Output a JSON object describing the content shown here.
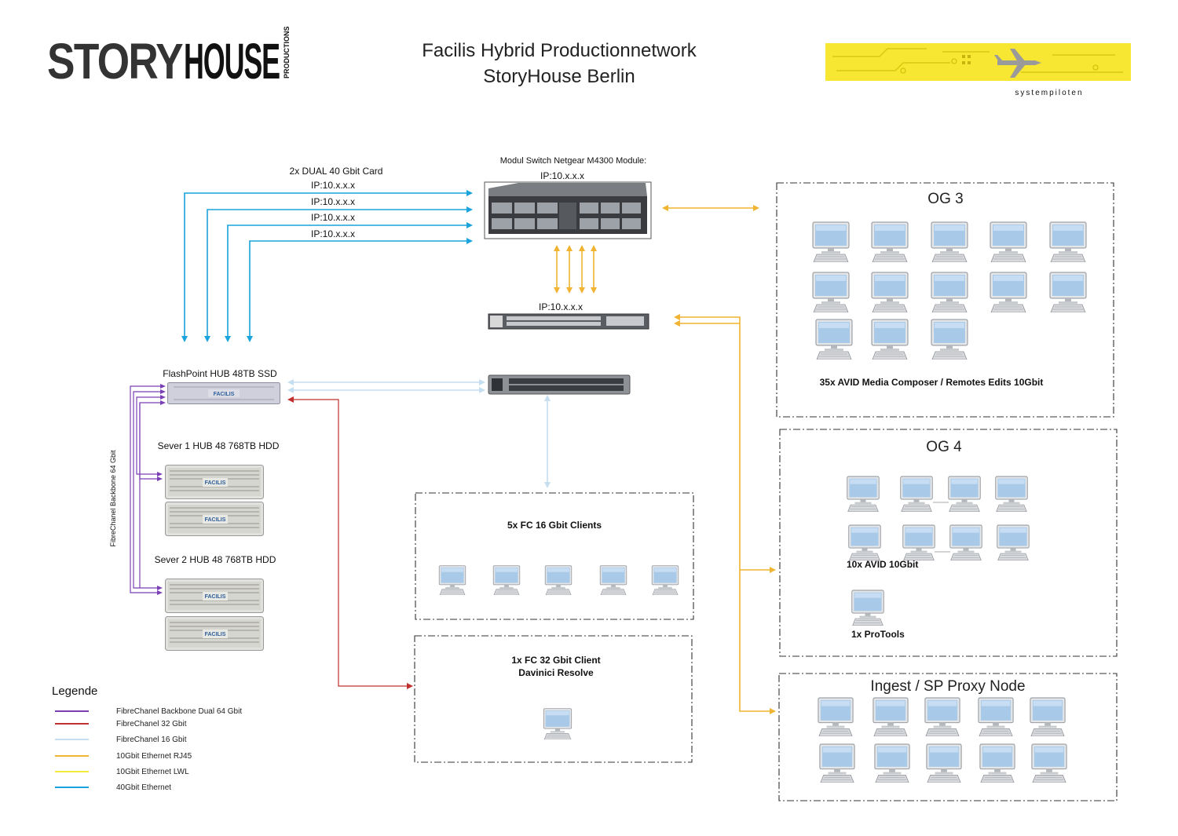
{
  "header": {
    "logo_text_a": "STORY",
    "logo_text_b": "HOUSE",
    "logo_sub": "PRODUCTIONS",
    "title_line1": "Facilis Hybrid Productionnetwork",
    "title_line2": "StoryHouse Berlin",
    "partner_logo_caption": "systempiloten"
  },
  "devices": {
    "main_switch": {
      "caption": "Modul Switch Netgear M4300 Module:",
      "ip": "IP:10.x.x.x"
    },
    "access_switch": {
      "ip": "IP:10.x.x.x"
    },
    "fc_switch": {},
    "card": {
      "caption": "2x DUAL 40 Gbit Card",
      "ips": [
        "IP:10.x.x.x",
        "IP:10.x.x.x",
        "IP:10.x.x.x",
        "IP:10.x.x.x"
      ]
    },
    "flashpoint": {
      "label": "FlashPoint HUB 48TB SSD"
    },
    "server1": {
      "label": "Sever 1 HUB 48 768TB HDD"
    },
    "server2": {
      "label": "Sever 2 HUB 48 768TB HDD"
    },
    "server_brand": "FACILIS",
    "backbone_label": "FibreChanel Backbone 64 Gbit"
  },
  "zones": {
    "og3": {
      "title": "OG 3",
      "caption": "35x AVID Media Composer / Remotes Edits 10Gbit"
    },
    "og4": {
      "title": "OG 4",
      "caption_avid": "10x AVID  10Gbit",
      "caption_protools": "1x ProTools"
    },
    "ingest": {
      "title": "Ingest / SP Proxy Node"
    },
    "fc16": {
      "caption": "5x FC 16 Gbit Clients"
    },
    "fc32": {
      "caption_line1": "1x FC 32 Gbit Client",
      "caption_line2": "Davinici Resolve"
    }
  },
  "legend": {
    "title": "Legende",
    "items": [
      {
        "label": "FibreChanel Backbone Dual 64 Gbit",
        "color": "#7b3fb5"
      },
      {
        "label": "FibreChanel 32 Gbit",
        "color": "#c0302e"
      },
      {
        "label": "FibreChanel 16 Gbit",
        "color": "#c5def0"
      },
      {
        "label": "10Gbit Ethernet RJ45",
        "color": "#f0b432"
      },
      {
        "label": "10Gbit Ethernet LWL",
        "color": "#f3ea3c"
      },
      {
        "label": "40Gbit Ethernet",
        "color": "#1aa3dc"
      }
    ]
  },
  "colors": {
    "ethernet40": "#1aa3dc",
    "rj45": "#f0b432",
    "fc16": "#c5def0",
    "fc32": "#c0302e",
    "backbone": "#7b3fb5",
    "partner_logo": "#f7e632"
  }
}
